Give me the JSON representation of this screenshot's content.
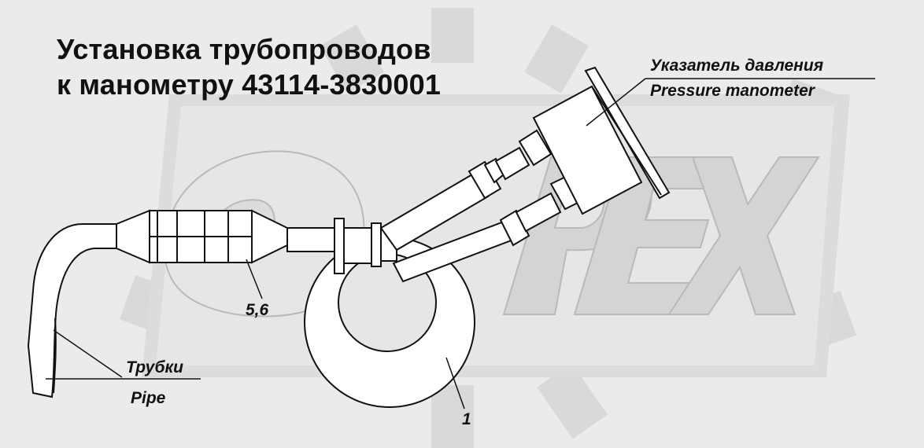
{
  "title": {
    "line1": "Установка трубопроводов",
    "line2": "к манометру 43114-3830001"
  },
  "watermark": {
    "text": "OPEX",
    "color": "#d4d4d4"
  },
  "callouts": {
    "gauge_ru": "Указатель давления",
    "gauge_en": "Pressure manometer",
    "fitting": "5,6",
    "pipes_ru": "Трубки",
    "pipes_en": "Pipe",
    "ring": "1"
  },
  "colors": {
    "background": "#ebebeb",
    "line": "#111111",
    "part_fill": "#ffffff"
  }
}
